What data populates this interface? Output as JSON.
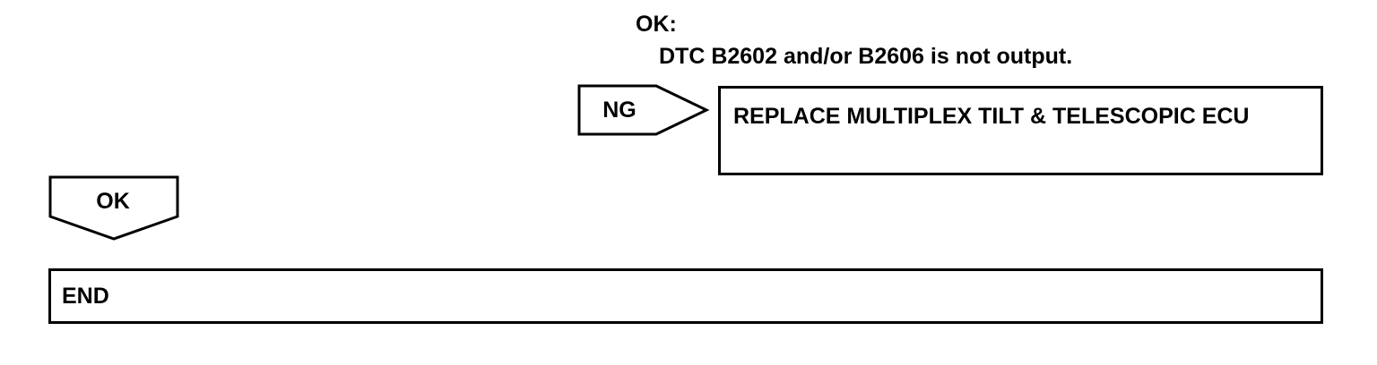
{
  "condition": {
    "title": "OK:",
    "text": "DTC B2602 and/or B2606 is not output."
  },
  "ng_branch": {
    "label": "NG",
    "action": "REPLACE MULTIPLEX TILT & TELESCOPIC ECU"
  },
  "ok_branch": {
    "label": "OK"
  },
  "end_step": {
    "label": "END"
  }
}
